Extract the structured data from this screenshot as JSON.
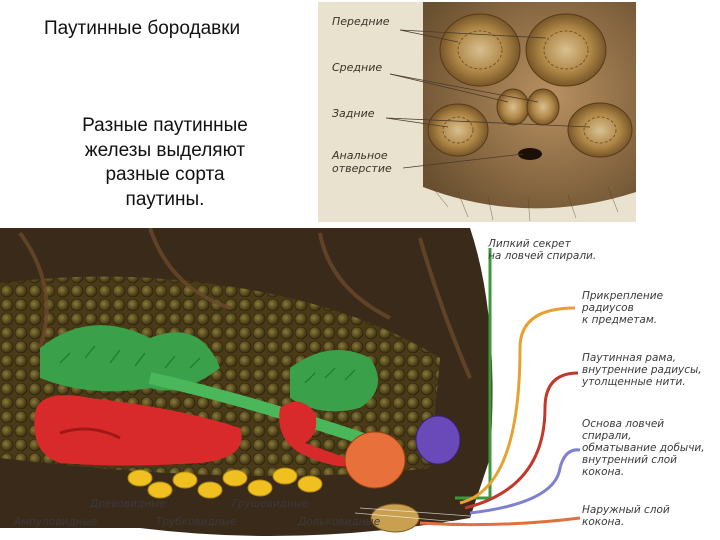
{
  "title": "Паутинные бородавки",
  "subtitle": "Разные паутинные\nжелезы выделяют\nразные сорта\nпаутины.",
  "spinnerets": {
    "labels": {
      "front": "Передние",
      "middle": "Средние",
      "rear": "Задние",
      "anal": "Анальное\nотверстие"
    }
  },
  "glands": {
    "gland_names": {
      "arboreal": "Древовидные",
      "ampullate": "Ампуловидные",
      "pear": "Грушевидные",
      "tubular": "Трубковидные",
      "lobed": "Дольковидные"
    },
    "silk_types": [
      {
        "text": "Липкий секрет\nна ловчей спирали.",
        "color": "#3a9a3a"
      },
      {
        "text": "Прикрепление\nрадиусов\nк предметам.",
        "color": "#e8a030"
      },
      {
        "text": "Паутинная рама,\nвнутренние радиусы,\nутолщенные нити.",
        "color": "#c0392b"
      },
      {
        "text": "Основа ловчей\nспирали,\nобматывание добычи,\nвнутренний слой\nкокона.",
        "color": "#8080d0"
      },
      {
        "text": "Наружный слой\nкокона.",
        "color": "#e07040"
      }
    ]
  },
  "colors": {
    "spinneret_bg": "#a08050",
    "abdomen_dark": "#3a2a1a",
    "egg_mass": "#6a5a2a"
  }
}
